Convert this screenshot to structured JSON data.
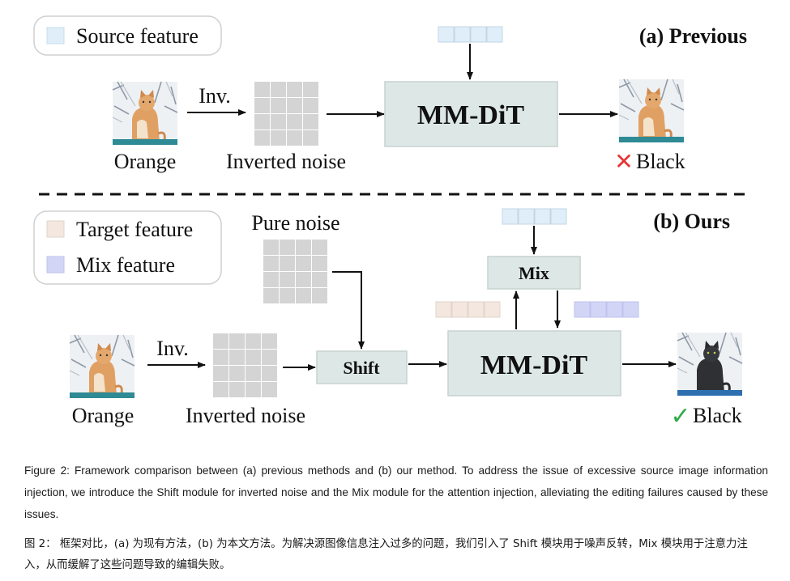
{
  "legend_top": {
    "source_feature": "Source feature"
  },
  "legend_bottom": {
    "target_feature": "Target feature",
    "mix_feature": "Mix feature"
  },
  "panel_a": {
    "title": "(a) Previous",
    "input_label": "Orange",
    "inversion_label": "Inv.",
    "noise_label": "Inverted noise",
    "model_label": "MM-DiT",
    "output_label": "Black",
    "result_mark": "✕"
  },
  "panel_b": {
    "title": "(b) Ours",
    "pure_noise_label": "Pure noise",
    "input_label": "Orange",
    "inversion_label": "Inv.",
    "noise_label": "Inverted noise",
    "shift_label": "Shift",
    "mix_label": "Mix",
    "model_label": "MM-DiT",
    "output_label": "Black",
    "result_mark": "✓"
  },
  "colors": {
    "source_feature": "#dfeef8",
    "target_feature": "#f3e7df",
    "mix_feature": "#d3d5f7",
    "module_fill": "#dde8e6",
    "noise_grid": "#d4d4d4",
    "cross": "#e63333",
    "check": "#2eaa4a"
  },
  "caption": {
    "english": "Figure 2: Framework comparison between (a) previous methods and (b) our method. To address the issue of excessive source image information injection, we introduce the Shift module for inverted noise and the Mix module for the attention injection, alleviating the editing failures caused by these issues.",
    "chinese": "图 2： 框架对比，(a) 为现有方法，(b) 为本文方法。为解决源图像信息注入过多的问题，我们引入了 Shift 模块用于噪声反转，Mix 模块用于注意力注入，从而缓解了这些问题导致的编辑失败。"
  }
}
